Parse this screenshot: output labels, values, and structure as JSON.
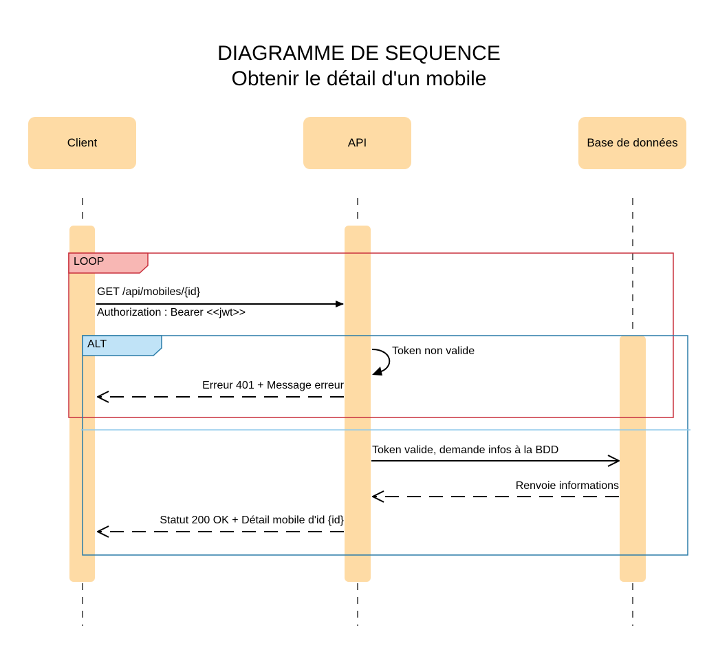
{
  "title": {
    "line1": "DIAGRAMME DE SEQUENCE",
    "line2": "Obtenir le détail d'un mobile"
  },
  "participants": [
    "Client",
    "API",
    "Base de données"
  ],
  "fragments": {
    "loop": "LOOP",
    "alt": "ALT"
  },
  "messages": [
    {
      "from": "Client",
      "to": "API",
      "type": "sync",
      "text": "GET /api/mobiles/{id}",
      "subtext": "Authorization : Bearer <<jwt>>"
    },
    {
      "from": "API",
      "to": "API",
      "type": "self",
      "text": "Token non valide"
    },
    {
      "from": "API",
      "to": "Client",
      "type": "return",
      "text": "Erreur 401 + Message erreur"
    },
    {
      "from": "API",
      "to": "Base de données",
      "type": "async",
      "text": "Token valide, demande infos à la BDD"
    },
    {
      "from": "Base de données",
      "to": "API",
      "type": "return",
      "text": "Renvoie informations"
    },
    {
      "from": "API",
      "to": "Client",
      "type": "return",
      "text": "Statut 200 OK + Détail mobile d'id {id}"
    }
  ],
  "colors": {
    "participant_fill": "#fedba5",
    "activation_fill": "#fedba5",
    "loop_border": "#c9303d",
    "loop_tag_fill": "#f8b7b4",
    "alt_border": "#2a7ca8",
    "alt_tag_fill": "#c0e3f7",
    "alt_divider": "#8ec9ec"
  }
}
